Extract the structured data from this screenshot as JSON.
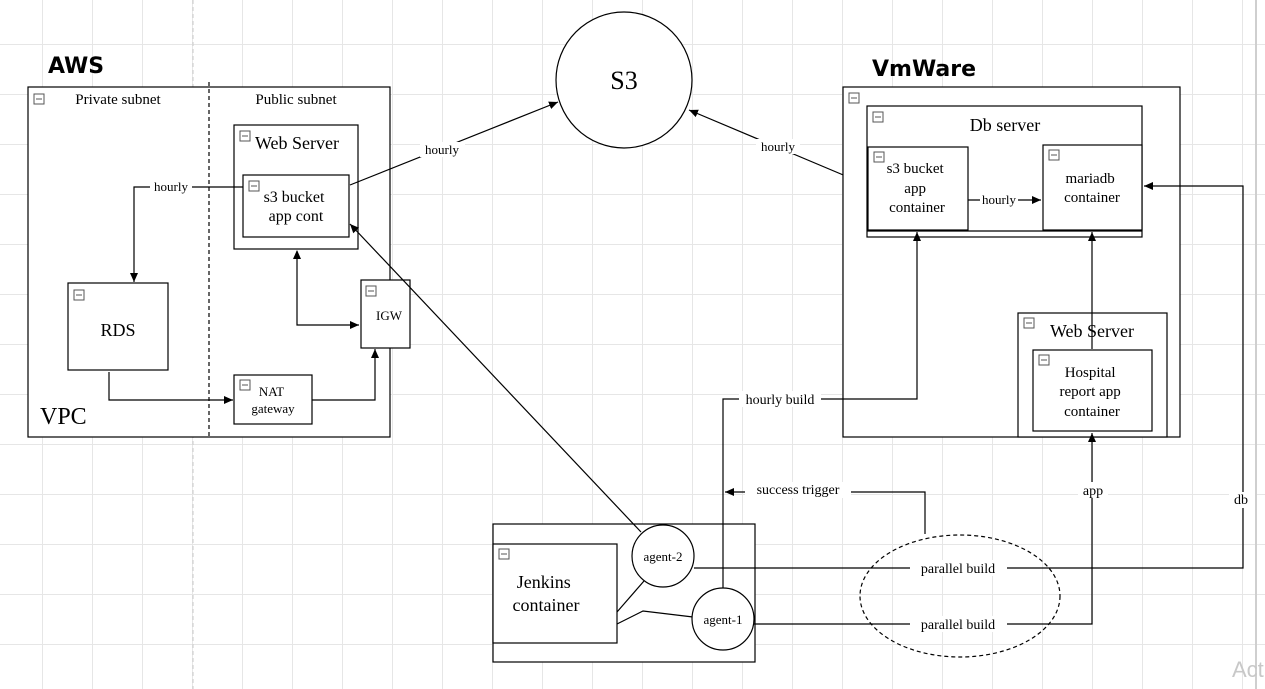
{
  "titles": {
    "aws": "AWS",
    "vmware": "VmWare",
    "s3": "S3"
  },
  "aws": {
    "private_subnet": "Private subnet",
    "public_subnet": "Public subnet",
    "vpc": "VPC",
    "web_server": "Web Server",
    "s3_app": [
      "s3 bucket",
      "app cont"
    ],
    "rds": "RDS",
    "igw": "IGW",
    "nat": [
      "NAT",
      "gateway"
    ]
  },
  "vmware": {
    "db_server": "Db server",
    "s3_app": [
      "s3 bucket",
      "app",
      "container"
    ],
    "mariadb": [
      "mariadb",
      "container"
    ],
    "web_server": "Web Server",
    "hospital_app": [
      "Hospital",
      "report app",
      "container"
    ]
  },
  "jenkins": {
    "container": [
      "Jenkins",
      "container"
    ],
    "agent1": "agent-1",
    "agent2": "agent-2"
  },
  "edges": {
    "hourly_aws_rds": "hourly",
    "hourly_aws_s3": "hourly",
    "hourly_vm_s3": "hourly",
    "hourly_vm_db": "hourly",
    "hourly_build": "hourly build",
    "success_trigger": "success trigger",
    "parallel_build_1": "parallel build",
    "parallel_build_2": "parallel build",
    "app": "app",
    "db": "db"
  },
  "watermark": "Act"
}
